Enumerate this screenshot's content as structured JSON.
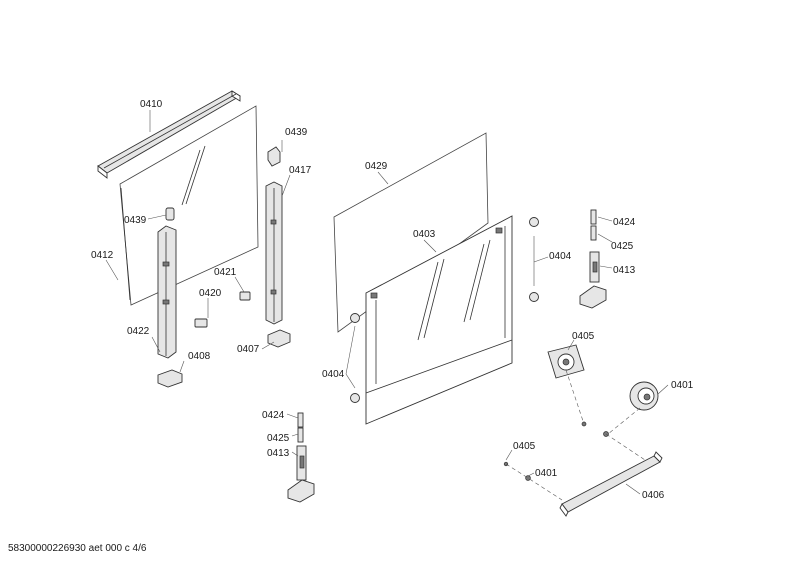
{
  "labels": {
    "p0410": "0410",
    "p0439a": "0439",
    "p0417": "0417",
    "p0439b": "0439",
    "p0412": "0412",
    "p0421": "0421",
    "p0420": "0420",
    "p0422": "0422",
    "p0408": "0408",
    "p0407": "0407",
    "p0429": "0429",
    "p0403": "0403",
    "p0404a": "0404",
    "p0404b": "0404",
    "p0424a": "0424",
    "p0425a": "0425",
    "p0413a": "0413",
    "p0405a": "0405",
    "p0401a": "0401",
    "p0405b": "0405",
    "p0401b": "0401",
    "p0406": "0406",
    "p0424b": "0424",
    "p0425b": "0425",
    "p0413b": "0413"
  },
  "footer": "58300000226930 aet 000 c 4/6"
}
